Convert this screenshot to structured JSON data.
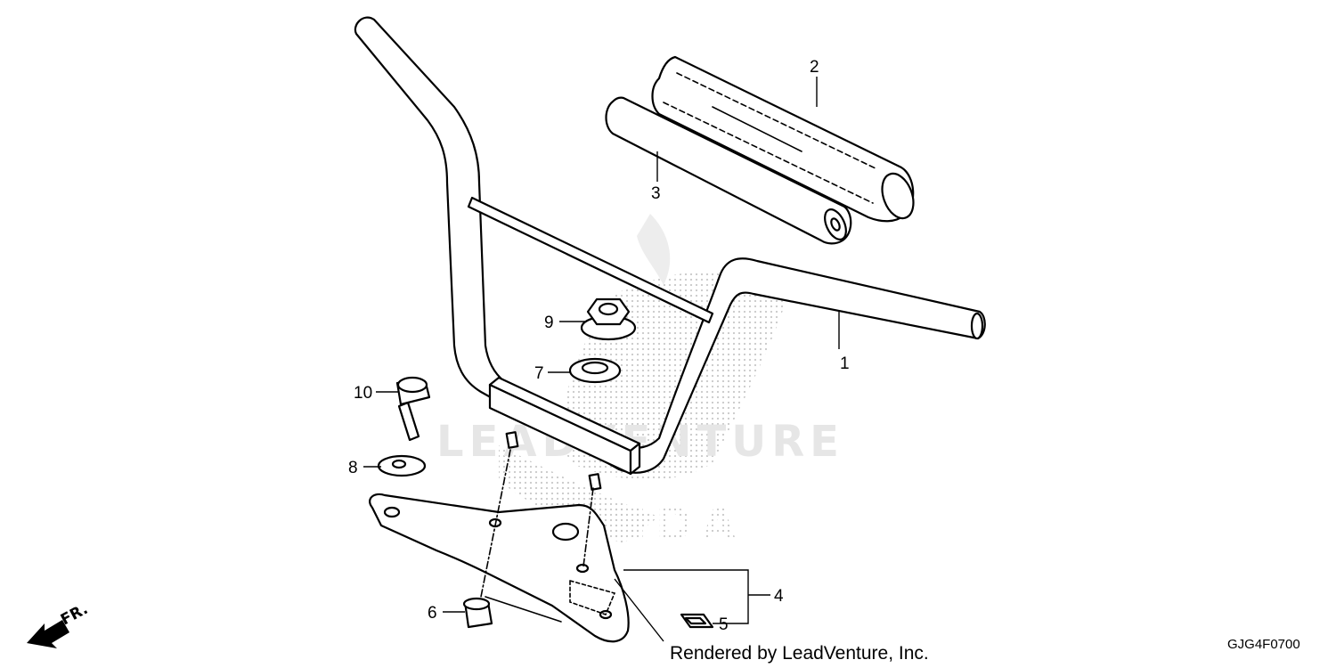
{
  "diagram": {
    "callouts": [
      "1",
      "2",
      "3",
      "4",
      "5",
      "6",
      "7",
      "8",
      "9",
      "10"
    ],
    "watermark_text": "LEADVENTURE",
    "watermark_brand": "HONDA",
    "direction_marker": "FR.",
    "rendered_by": "Rendered by LeadVenture, Inc.",
    "diagram_code": "GJG4F0700"
  },
  "colors": {
    "line": "#000000",
    "watermark": "#e6e6e6",
    "background": "#ffffff"
  }
}
